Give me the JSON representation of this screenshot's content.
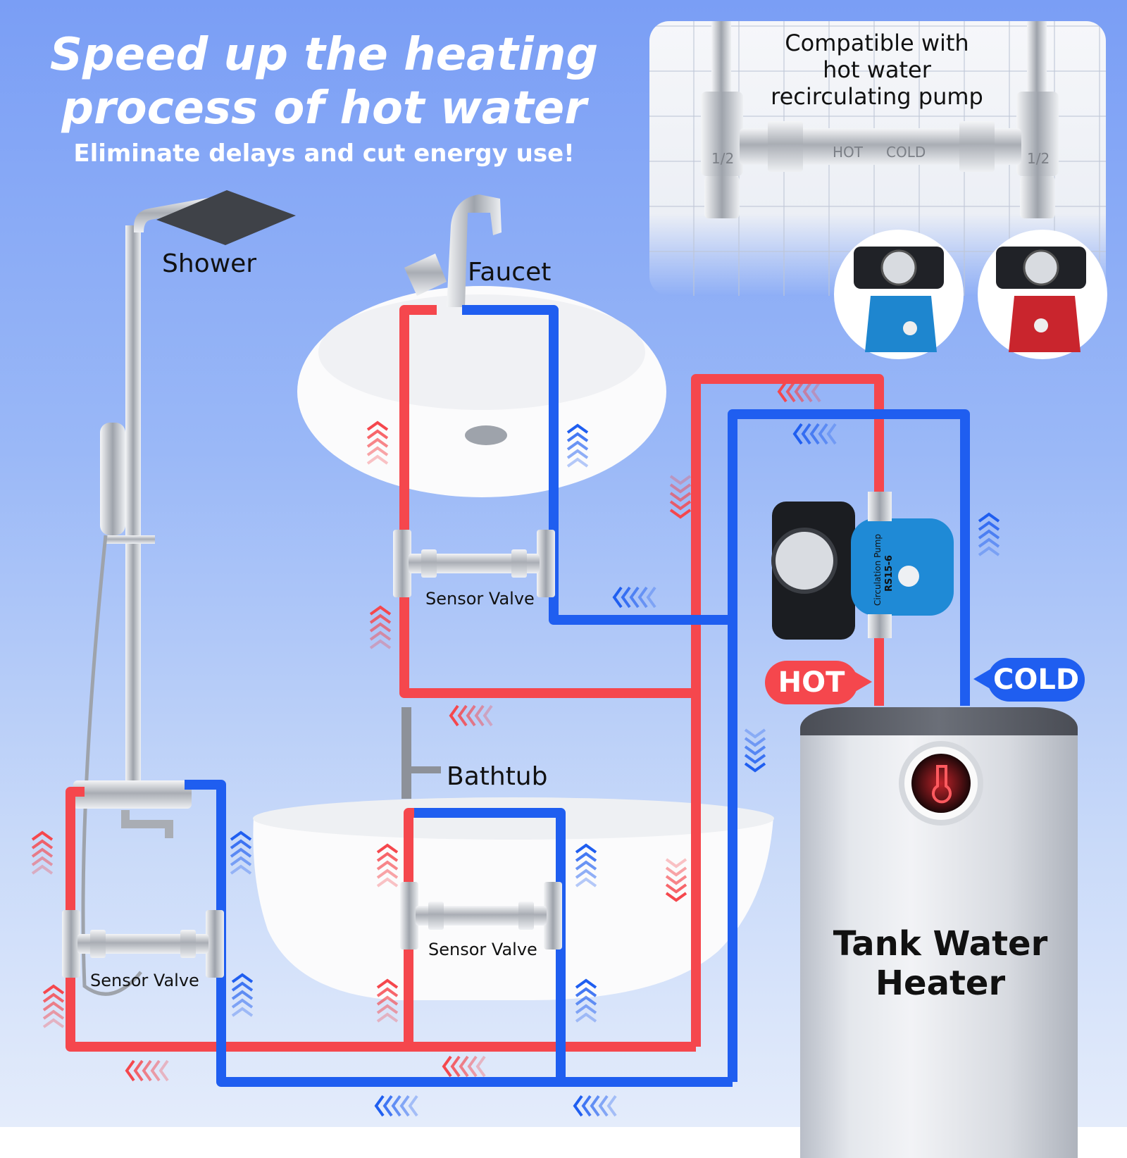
{
  "headline": {
    "line1": "Speed up the heating",
    "line2": "process of hot water"
  },
  "subheadline": "Eliminate delays and cut energy use!",
  "inset": {
    "line1": "Compatible with",
    "line2": "hot water",
    "line3": "recirculating pump"
  },
  "fixtures": {
    "shower": "Shower",
    "faucet": "Faucet",
    "bathtub": "Bathtub"
  },
  "sensor_valve_label": "Sensor Valve",
  "valve_markings": {
    "hot": "HOT",
    "cold": "COLD",
    "size": "1/2"
  },
  "tags": {
    "hot": "HOT",
    "cold": "COLD"
  },
  "tank": {
    "line1": "Tank Water",
    "line2": "Heater"
  },
  "pump_text": {
    "line1": "Circulation Pump",
    "line2": "RS15-6"
  },
  "colors": {
    "hot": "#f5474d",
    "cold": "#1f5ef0",
    "background_top": "#7a9ef5",
    "background_bottom": "#e4ecfb"
  }
}
